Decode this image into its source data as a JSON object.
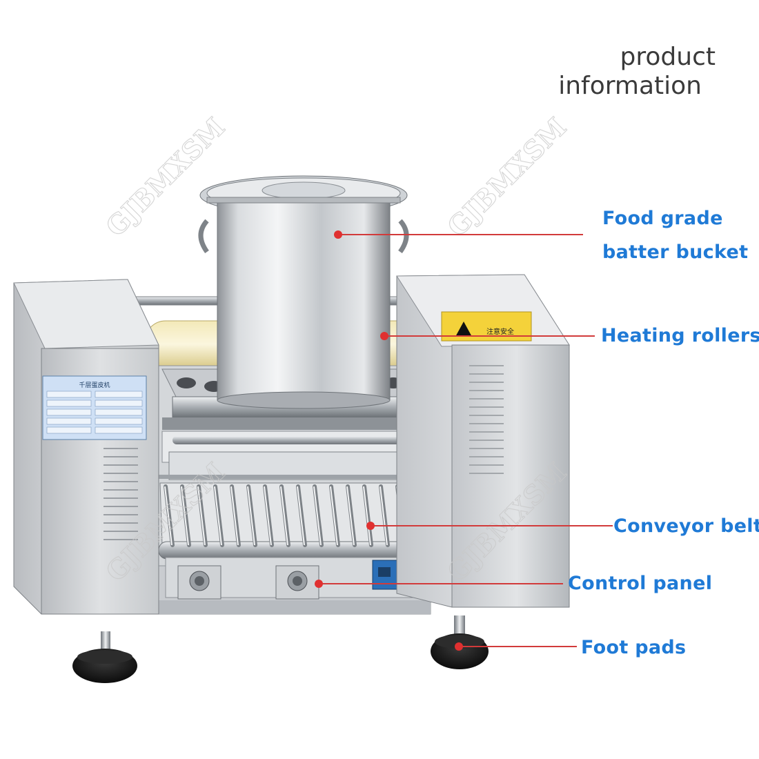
{
  "heading": {
    "line1": "product",
    "line2": "information"
  },
  "watermark": "GJBMXSM",
  "colors": {
    "label": "#1f7ad6",
    "leader": "#d23a3a",
    "dot": "#e03030",
    "heading": "#3a3a3a"
  },
  "nameplate": {
    "title": "千层蛋皮机"
  },
  "warning_sticker": {
    "text": "注意安全"
  },
  "callouts": [
    {
      "id": "bucket",
      "lines": [
        "Food grade",
        "batter bucket"
      ]
    },
    {
      "id": "rollers",
      "lines": [
        "Heating rollers"
      ]
    },
    {
      "id": "conveyor",
      "lines": [
        "Conveyor belt"
      ]
    },
    {
      "id": "control",
      "lines": [
        "Control panel"
      ]
    },
    {
      "id": "foot",
      "lines": [
        "Foot pads"
      ]
    }
  ]
}
